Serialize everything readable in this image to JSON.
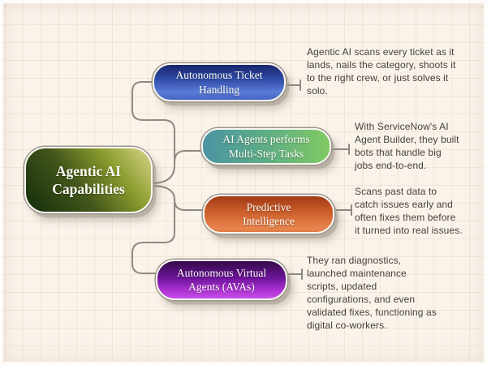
{
  "palette": {
    "background": "#faf3ea",
    "grid_line": "#f0e0d6",
    "connector": "#8e8a82",
    "description_text": "#44423e",
    "center_gradient": [
      "#142e0c",
      "#8a9c2e",
      "#ded88f"
    ],
    "blue_gradient": [
      "#17256b",
      "#5a7bd6"
    ],
    "green_gradient": [
      "#4b93a4",
      "#7fca62"
    ],
    "orange_gradient": [
      "#a23a15",
      "#e8854f"
    ],
    "purple_gradient": [
      "#340947",
      "#c94fe8"
    ]
  },
  "center": {
    "label": "Agentic AI\nCapabilities"
  },
  "branches": [
    {
      "label": "Autonomous Ticket\nHandling",
      "description": "Agentic AI scans every ticket as it\nlands, nails the category, shoots it\nto the right crew, or just solves it\nsolo."
    },
    {
      "label": "AI Agents performs\nMulti-Step Tasks",
      "description": "With ServiceNow's AI\nAgent Builder, they built\nbots that handle big\njobs end-to-end."
    },
    {
      "label": "Predictive\nIntelligence",
      "description": "Scans past data to\ncatch issues early and\noften fixes them before\nit turned into real issues."
    },
    {
      "label": "Autonomous Virtual\nAgents (AVAs)",
      "description": "They ran diagnostics,\nlaunched maintenance\nscripts, updated\nconfigurations, and even\nvalidated fixes, functioning as\ndigital co-workers."
    }
  ]
}
